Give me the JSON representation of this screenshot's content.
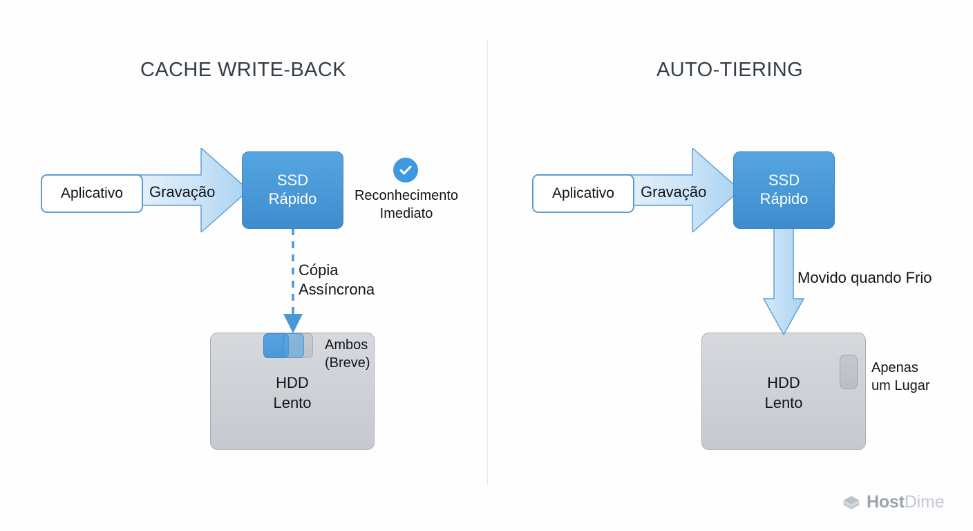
{
  "diagram": {
    "background": "#ffffff",
    "accent_blue": "#4a98d8",
    "light_blue": "#c9e2f7",
    "gray": "#cdd1d6",
    "title_color": "#333e48"
  },
  "panels": [
    {
      "id": "cache-write-back",
      "title": "CACHE WRITE-BACK",
      "app_box": {
        "label": "Aplicativo"
      },
      "write_arrow": {
        "label": "Gravação"
      },
      "ssd_box": {
        "line1": "SSD",
        "line2": "Rápido"
      },
      "badge": {
        "icon": "check-circle-icon",
        "caption_line1": "Reconhecimento",
        "caption_line2": "Imediato"
      },
      "connector": {
        "style": "dashed",
        "label_line1": "Cópia",
        "label_line2": "Assíncrona"
      },
      "hdd_box": {
        "line1": "HDD",
        "line2": "Lento"
      },
      "side_note": {
        "line1": "Ambos",
        "line2": "(Breve)"
      }
    },
    {
      "id": "auto-tiering",
      "title": "AUTO-TIERING",
      "app_box": {
        "label": "Aplicativo"
      },
      "write_arrow": {
        "label": "Gravação"
      },
      "ssd_box": {
        "line1": "SSD",
        "line2": "Rápido"
      },
      "connector": {
        "style": "solid-block-arrow",
        "label_line1": "Movido quando Frio",
        "label_line2": ""
      },
      "hdd_box": {
        "line1": "HDD",
        "line2": "Lento"
      },
      "side_note": {
        "line1": "Apenas",
        "line2": "um Lugar"
      }
    }
  ],
  "brand": {
    "mark": "hostdime-cube-icon",
    "name_bold": "Host",
    "name_light": "Dime"
  }
}
